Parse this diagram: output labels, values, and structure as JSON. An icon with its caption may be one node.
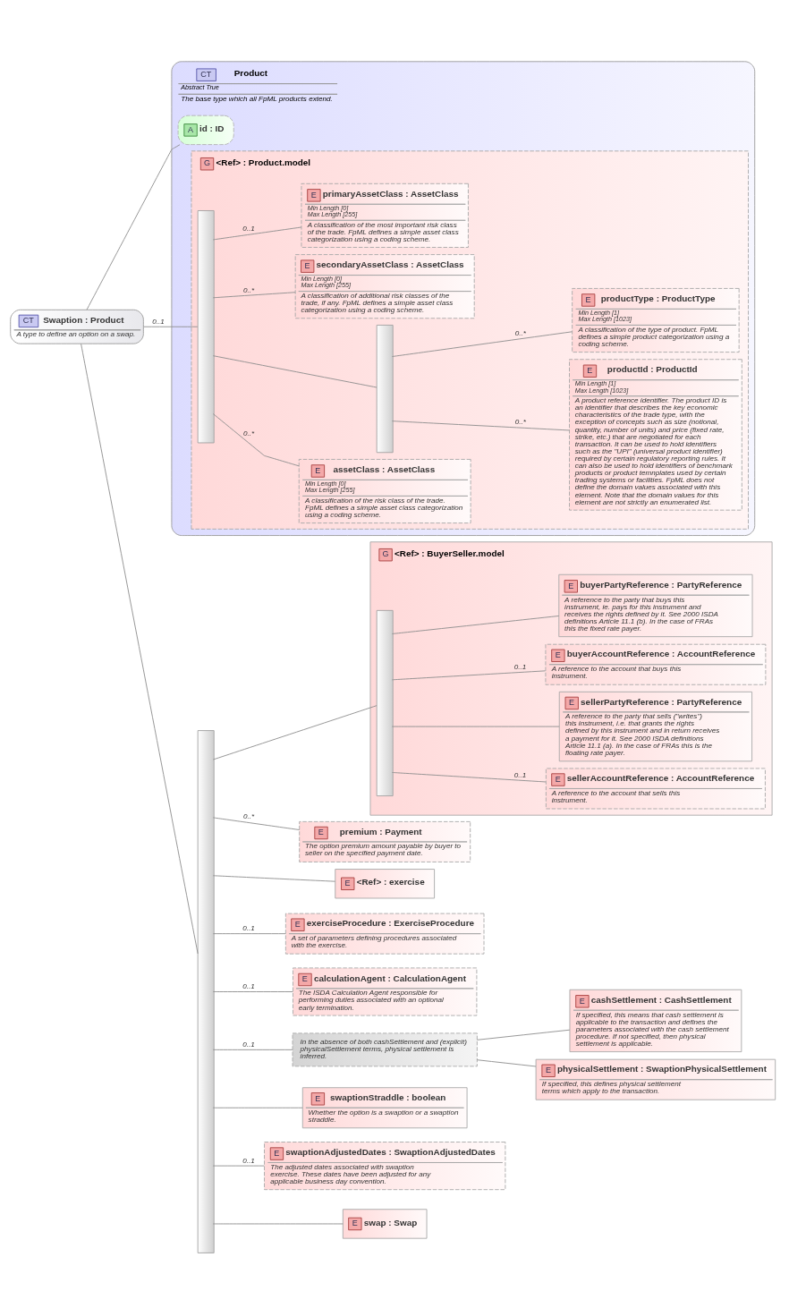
{
  "diagram": {
    "nodes": [
      {
        "text": [
          "CT",
          "Swaption : Product",
          "A type to define an option on a swap."
        ]
      },
      {
        "text": [
          "CT",
          "Product",
          "Abstract True",
          "The base type which all FpML products extend."
        ]
      },
      {
        "text": [
          "A",
          "id : ID"
        ],
        "in": 1
      },
      {
        "text": [
          "G",
          "<Ref> : Product.model"
        ],
        "in": 1
      },
      {
        "text": [],
        "shape": "bar",
        "in": 3
      },
      {
        "text": [
          "E",
          "primaryAssetClass : AssetClass",
          "Min Length [0]",
          "Max Length [255]",
          "A classification of the most important risk class of the trade. FpML defines a simple asset class categorization using a coding scheme."
        ],
        "in": 3
      },
      {
        "text": [
          "E",
          "secondaryAssetClass : AssetClass",
          "Min Length [0]",
          "Max Length [255]",
          "A classification of additional risk classes of the trade, if any. FpML defines a simple asset class categorization using a coding scheme."
        ],
        "in": 3
      },
      {
        "text": [],
        "shape": "bar",
        "in": 3
      },
      {
        "text": [
          "E",
          "productType : ProductType",
          "Min Length [1]",
          "Max Length [1023]",
          "A classification of the type of product. FpML defines a simple product categorization using a coding scheme."
        ],
        "in": 3
      },
      {
        "text": [
          "E",
          "productId : ProductId",
          "Min Length [1]",
          "Max Length [1023]",
          "A product reference identifier. The product ID is an identifier that describes the key economic characteristics of the trade type, with the exception of concepts such as size (notional, quantity, number of units) and price (fixed rate, strike, etc.) that are negotiated for each transaction. It can be used to hold identifiers such as the \"UPI\" (universal product identifier) required by certain regulatory reporting rules. It can also be used to hold identifiers of benchmark products or product temnplates used by certain trading systems or facilities. FpML does not define the domain values associated with this element. Note that the domain values for this element are not strictly an enumerated list."
        ],
        "in": 3
      },
      {
        "text": [
          "E",
          "assetClass : AssetClass",
          "Min Length [0]",
          "Max Length [255]",
          "A classification of the risk class of the trade. FpML defines a simple asset class categorization using a coding scheme."
        ],
        "in": 3
      },
      {
        "text": [],
        "shape": "bar"
      },
      {
        "text": [
          "G",
          "<Ref> : BuyerSeller.model"
        ]
      },
      {
        "text": [],
        "shape": "bar",
        "in": 12
      },
      {
        "text": [
          "E",
          "buyerPartyReference : PartyReference",
          "A reference to the party that buys this instrument, ie. pays for this instrument and receives the rights defined by it. See 2000 ISDA definitions Article 11.1 (b). In the case of FRAs this the fixed rate payer."
        ],
        "in": 12
      },
      {
        "text": [
          "E",
          "buyerAccountReference : AccountReference",
          "A reference to the account that buys this instrument."
        ],
        "in": 12
      },
      {
        "text": [
          "E",
          "sellerPartyReference : PartyReference",
          "A reference to the party that sells (\"writes\") this instrument, i.e. that grants the rights defined by this instrument and in return receives a payment for it. See 2000 ISDA definitions Article 11.1 (a). In the case of FRAs this is the floating rate payer."
        ],
        "in": 12
      },
      {
        "text": [
          "E",
          "sellerAccountReference : AccountReference",
          "A reference to the account that sells this instrument."
        ],
        "in": 12
      },
      {
        "text": [
          "E",
          "premium : Payment",
          "The option premium amount payable by buyer to seller on the specified payment date."
        ]
      },
      {
        "text": [
          "E",
          "<Ref> : exercise"
        ]
      },
      {
        "text": [
          "E",
          "exerciseProcedure : ExerciseProcedure",
          "A set of parameters defining procedures associated with the exercise."
        ]
      },
      {
        "text": [
          "E",
          "calculationAgent : CalculationAgent",
          "The ISDA Calculation Agent responsible for performing duties associated with an optional early termination."
        ]
      },
      {
        "text": [
          "In the absence of both cashSettlement and (explicit) physicalSettlement terms, physical settlement is inferred."
        ]
      },
      {
        "text": [
          "E",
          "cashSettlement : CashSettlement",
          "If specified, this means that cash settlement is applicable to the transaction and defines the parameters associated with the cash settlement procedure. If not specified, then physical settlement is applicable."
        ]
      },
      {
        "text": [
          "E",
          "physicalSettlement : SwaptionPhysicalSettlement",
          "If specified, this defines physical settlement terms which apply to the transaction."
        ]
      },
      {
        "text": [
          "E",
          "swaptionStraddle : boolean",
          "Whether the option is a swaption or a swaption straddle."
        ]
      },
      {
        "text": [
          "E",
          "swaptionAdjustedDates : SwaptionAdjustedDates",
          "The adjusted dates associated with swaption exercise. These dates have been adjusted for any applicable business day convention."
        ]
      },
      {
        "text": [
          "E",
          "swap : Swap"
        ]
      }
    ],
    "edges": [
      {
        "from": 0,
        "to": 2,
        "arrow": "none"
      },
      {
        "from": 0,
        "to": 4,
        "arrow": "none",
        "label": "0..1"
      },
      {
        "from": 0,
        "to": 11,
        "arrow": "none"
      },
      {
        "from": 4,
        "to": 5,
        "arrow": "none",
        "label": "0..1"
      },
      {
        "from": 4,
        "to": 6,
        "arrow": "none",
        "label": "0..*"
      },
      {
        "from": 4,
        "to": 7,
        "arrow": "none"
      },
      {
        "from": 7,
        "to": 8,
        "arrow": "none",
        "label": "0..*"
      },
      {
        "from": 7,
        "to": 9,
        "arrow": "none",
        "label": "0..*"
      },
      {
        "from": 4,
        "to": 10,
        "arrow": "none",
        "label": "0..*"
      },
      {
        "from": 11,
        "to": 13,
        "arrow": "none"
      },
      {
        "from": 13,
        "to": 14,
        "arrow": "none"
      },
      {
        "from": 13,
        "to": 15,
        "arrow": "none",
        "label": "0..1"
      },
      {
        "from": 13,
        "to": 16,
        "arrow": "none"
      },
      {
        "from": 13,
        "to": 17,
        "arrow": "none",
        "label": "0..1"
      },
      {
        "from": 11,
        "to": 18,
        "arrow": "none",
        "label": "0..*"
      },
      {
        "from": 11,
        "to": 19,
        "arrow": "none"
      },
      {
        "from": 11,
        "to": 20,
        "arrow": "none",
        "label": "0..1"
      },
      {
        "from": 11,
        "to": 21,
        "arrow": "none",
        "label": "0..1"
      },
      {
        "from": 11,
        "to": 22,
        "arrow": "none",
        "label": "0..1"
      },
      {
        "from": 22,
        "to": 23,
        "arrow": "none"
      },
      {
        "from": 22,
        "to": 24,
        "arrow": "none"
      },
      {
        "from": 11,
        "to": 25,
        "arrow": "none"
      },
      {
        "from": 11,
        "to": 26,
        "arrow": "none",
        "label": "0..1"
      },
      {
        "from": 11,
        "to": 27,
        "arrow": "none"
      }
    ]
  }
}
